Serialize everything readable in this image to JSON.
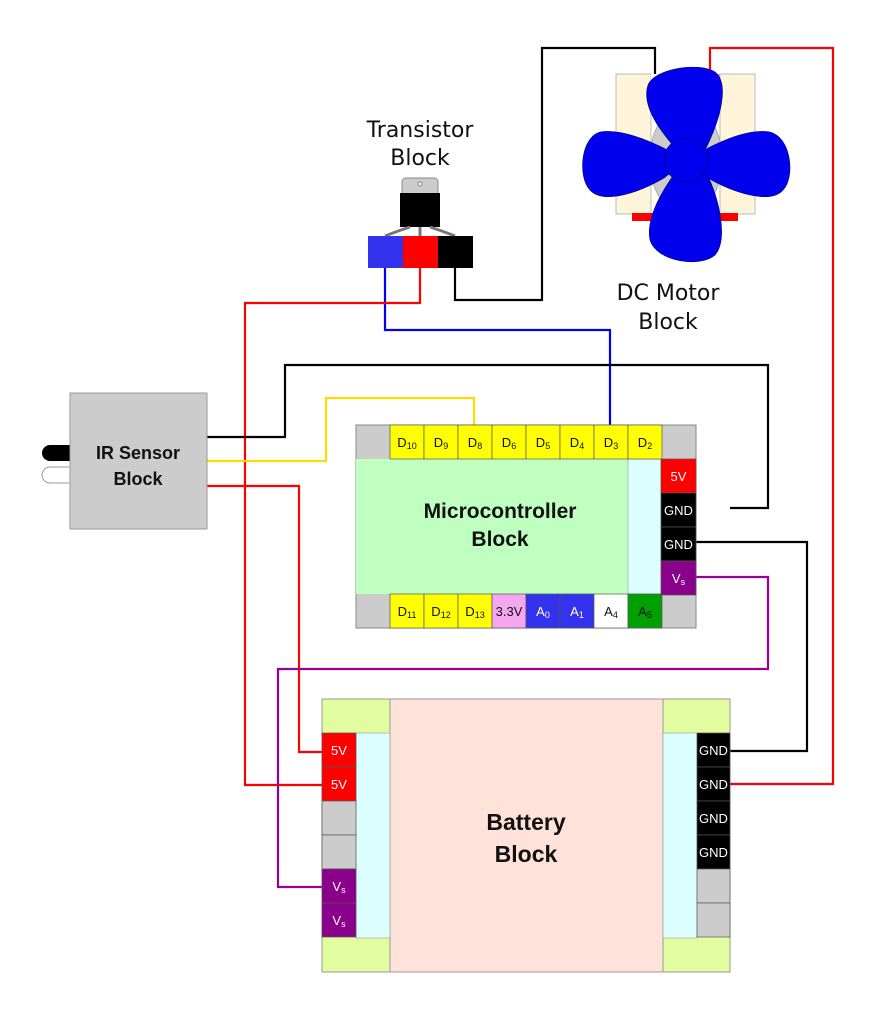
{
  "colors": {
    "red": "#ff0000",
    "black": "#000000",
    "blue": "#0000ff",
    "yellow": "#ffdd00",
    "purple": "#990099",
    "pin_yellow": "#ffff00",
    "pin_pink": "#f4a6f0",
    "pin_blue": "#3333ee",
    "pin_green": "#00a000",
    "pin_purple": "#8b008b",
    "mcu_body": "#bfffbf",
    "battery_body": "#ffe2da",
    "light_cyan": "#dcfeff",
    "corner_lime": "#e2fca0",
    "sensor_gray": "#cccccc",
    "motor_cream": "#fdf4da",
    "fan_blue": "#0000ee"
  },
  "blocks": {
    "transistor": {
      "line1": "Transistor",
      "line2": "Block"
    },
    "dc_motor": {
      "line1": "DC Motor",
      "line2": "Block"
    },
    "ir_sensor": {
      "line1": "IR Sensor",
      "line2": "Block"
    },
    "microcontroller": {
      "line1": "Microcontroller",
      "line2": "Block"
    },
    "battery": {
      "line1": "Battery",
      "line2": "Block"
    }
  },
  "microcontroller": {
    "top_pins": [
      {
        "main": "D",
        "sub": "10",
        "color": "yellow"
      },
      {
        "main": "D",
        "sub": "9",
        "color": "yellow"
      },
      {
        "main": "D",
        "sub": "8",
        "color": "yellow"
      },
      {
        "main": "D",
        "sub": "6",
        "color": "yellow"
      },
      {
        "main": "D",
        "sub": "5",
        "color": "yellow"
      },
      {
        "main": "D",
        "sub": "4",
        "color": "yellow"
      },
      {
        "main": "D",
        "sub": "3",
        "color": "yellow"
      },
      {
        "main": "D",
        "sub": "2",
        "color": "yellow"
      }
    ],
    "bottom_pins": [
      {
        "main": "D",
        "sub": "11",
        "color": "yellow"
      },
      {
        "main": "D",
        "sub": "12",
        "color": "yellow"
      },
      {
        "main": "D",
        "sub": "13",
        "color": "yellow"
      },
      {
        "main": "3.3V",
        "sub": "",
        "color": "pink"
      },
      {
        "main": "A",
        "sub": "0",
        "color": "blue"
      },
      {
        "main": "A",
        "sub": "1",
        "color": "blue"
      },
      {
        "main": "A",
        "sub": "4",
        "color": "white"
      },
      {
        "main": "A",
        "sub": "5",
        "color": "green"
      }
    ],
    "right_pins": [
      {
        "main": "5V",
        "sub": "",
        "color": "red"
      },
      {
        "main": "GND",
        "sub": "",
        "color": "black"
      },
      {
        "main": "GND",
        "sub": "",
        "color": "black"
      },
      {
        "main": "V",
        "sub": "s",
        "color": "purple"
      }
    ]
  },
  "battery": {
    "left_pins": [
      {
        "main": "5V",
        "sub": "",
        "color": "red"
      },
      {
        "main": "5V",
        "sub": "",
        "color": "red"
      },
      {
        "main": "",
        "sub": "",
        "color": "gray"
      },
      {
        "main": "",
        "sub": "",
        "color": "gray"
      },
      {
        "main": "V",
        "sub": "s",
        "color": "purple"
      },
      {
        "main": "V",
        "sub": "s",
        "color": "purple"
      }
    ],
    "right_pins": [
      {
        "main": "GND",
        "sub": "",
        "color": "black"
      },
      {
        "main": "GND",
        "sub": "",
        "color": "black"
      },
      {
        "main": "GND",
        "sub": "",
        "color": "black"
      },
      {
        "main": "GND",
        "sub": "",
        "color": "black"
      },
      {
        "main": "",
        "sub": "",
        "color": "gray"
      },
      {
        "main": "",
        "sub": "",
        "color": "gray"
      }
    ]
  },
  "transistor_pins": [
    "blue",
    "red",
    "black"
  ],
  "wires": [
    {
      "name": "wire-transistor-black-to-motor",
      "color": "black",
      "from": "Transistor pin (black)",
      "to": "DC Motor"
    },
    {
      "name": "wire-motor-red-to-battery-gnd",
      "color": "red",
      "from": "DC Motor",
      "to": "Battery GND"
    },
    {
      "name": "wire-transistor-blue-to-d3",
      "color": "blue",
      "from": "Transistor pin (blue)",
      "to": "D3"
    },
    {
      "name": "wire-transistor-red-to-battery-5v",
      "color": "red",
      "from": "Transistor pin (red)",
      "to": "Battery 5V"
    },
    {
      "name": "wire-ir-black-to-mcu-gnd",
      "color": "black",
      "from": "IR Sensor",
      "to": "Microcontroller GND"
    },
    {
      "name": "wire-ir-yellow-to-d8",
      "color": "yellow",
      "from": "IR Sensor",
      "to": "D8"
    },
    {
      "name": "wire-ir-red-to-battery-5v",
      "color": "red",
      "from": "IR Sensor",
      "to": "Battery 5V"
    },
    {
      "name": "wire-mcu-gnd-to-battery-gnd",
      "color": "black",
      "from": "Microcontroller GND",
      "to": "Battery GND"
    },
    {
      "name": "wire-mcu-vs-to-battery-vs",
      "color": "purple",
      "from": "Microcontroller Vs",
      "to": "Battery Vs"
    }
  ]
}
